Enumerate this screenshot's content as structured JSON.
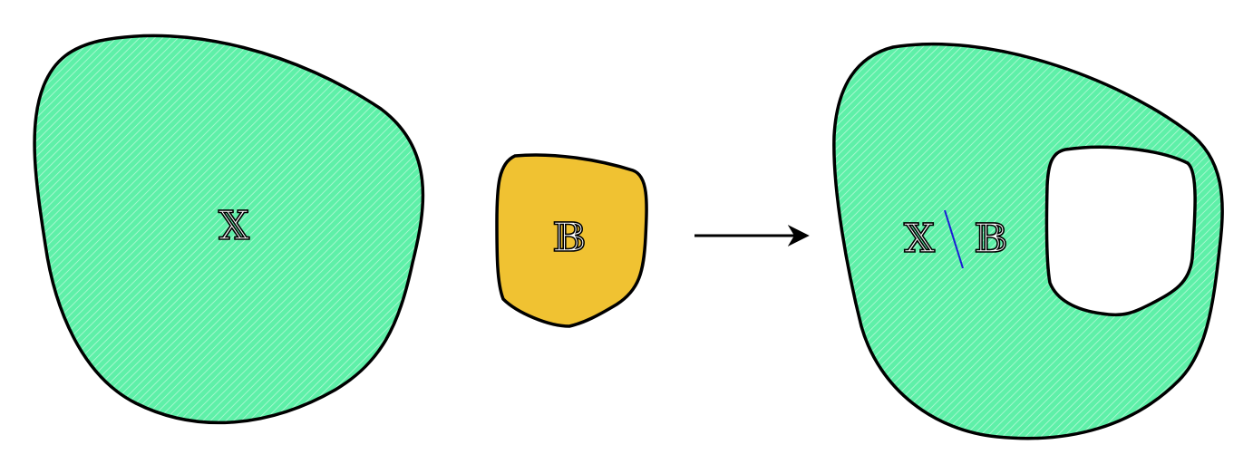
{
  "diagram": {
    "set_x_label": "𝕏",
    "set_b_label": "𝔹",
    "difference_left": "𝕏",
    "difference_right": "𝔹",
    "colors": {
      "set_x_fill": "#5ef0a8",
      "set_x_hatch": "#ffffff",
      "set_b_fill": "#f0c232",
      "outline": "#000000",
      "setminus_stroke": "#1a1ad6",
      "hole_fill": "#ffffff"
    },
    "icons": {
      "arrow": "right-arrow-icon"
    }
  }
}
